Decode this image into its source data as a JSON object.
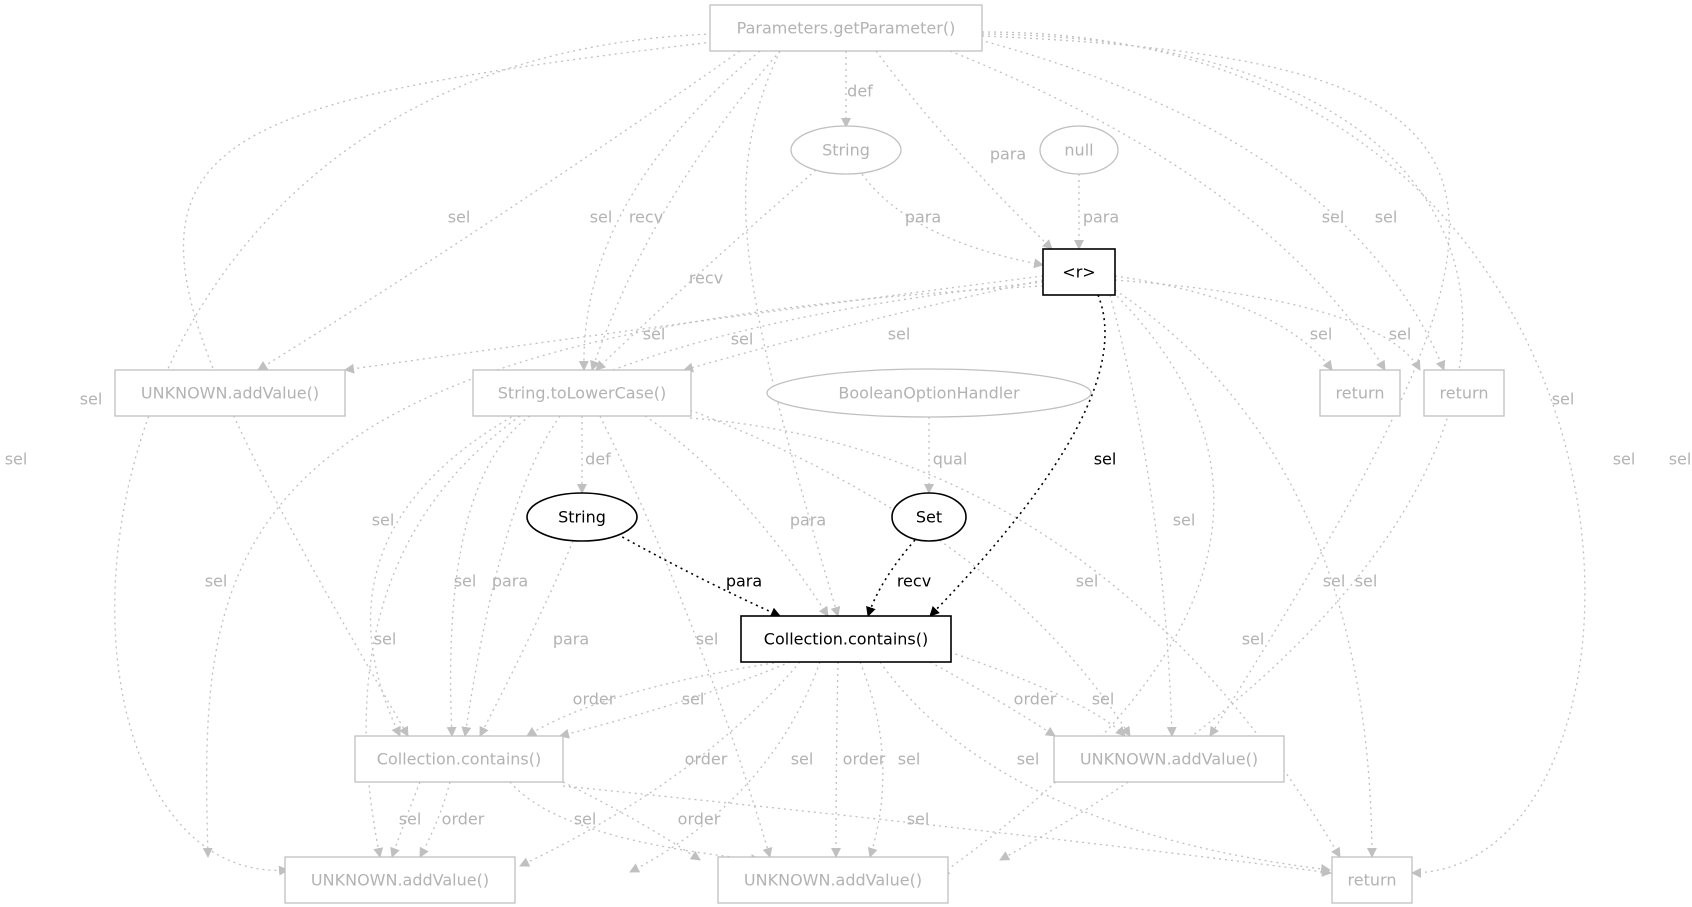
{
  "colors": {
    "active": "#000000",
    "faded": "#c0c0c0",
    "faded_text": "#b3b3b3"
  },
  "nodes": [
    {
      "id": "getParameter",
      "label": "Parameters.getParameter()",
      "shape": "box",
      "style": "faded"
    },
    {
      "id": "string1",
      "label": "String",
      "shape": "ellipse",
      "style": "faded"
    },
    {
      "id": "null",
      "label": "null",
      "shape": "ellipse",
      "style": "faded"
    },
    {
      "id": "r",
      "label": "<r>",
      "shape": "box",
      "style": "active"
    },
    {
      "id": "addValue1",
      "label": "UNKNOWN.addValue()",
      "shape": "box",
      "style": "faded"
    },
    {
      "id": "toLowerCase",
      "label": "String.toLowerCase()",
      "shape": "box",
      "style": "faded"
    },
    {
      "id": "boolHandler",
      "label": "BooleanOptionHandler",
      "shape": "ellipse",
      "style": "faded"
    },
    {
      "id": "return1",
      "label": "return",
      "shape": "box",
      "style": "faded"
    },
    {
      "id": "return2",
      "label": "return",
      "shape": "box",
      "style": "faded"
    },
    {
      "id": "string2",
      "label": "String",
      "shape": "ellipse",
      "style": "active"
    },
    {
      "id": "set",
      "label": "Set",
      "shape": "ellipse",
      "style": "active"
    },
    {
      "id": "contains1",
      "label": "Collection.contains()",
      "shape": "box",
      "style": "active"
    },
    {
      "id": "contains2",
      "label": "Collection.contains()",
      "shape": "box",
      "style": "faded"
    },
    {
      "id": "addValue2",
      "label": "UNKNOWN.addValue()",
      "shape": "box",
      "style": "faded"
    },
    {
      "id": "addValue3",
      "label": "UNKNOWN.addValue()",
      "shape": "box",
      "style": "faded"
    },
    {
      "id": "addValue4",
      "label": "UNKNOWN.addValue()",
      "shape": "box",
      "style": "faded"
    },
    {
      "id": "return3",
      "label": "return",
      "shape": "box",
      "style": "faded"
    }
  ],
  "edges": [
    {
      "id": "e1",
      "from": "getParameter",
      "to": "string1",
      "label": "def",
      "style": "faded"
    },
    {
      "id": "e2",
      "from": "getParameter",
      "to": "r",
      "label": "para",
      "style": "faded"
    },
    {
      "id": "e3",
      "from": "null",
      "to": "r",
      "label": "para",
      "style": "faded"
    },
    {
      "id": "e4",
      "from": "string1",
      "to": "r",
      "label": "para",
      "style": "faded"
    },
    {
      "id": "e5",
      "from": "getParameter",
      "to": "addValue1",
      "label": "sel",
      "style": "faded"
    },
    {
      "id": "e6",
      "from": "getParameter",
      "to": "toLowerCase",
      "label": "sel",
      "style": "faded"
    },
    {
      "id": "e7",
      "from": "getParameter",
      "to": "toLowerCase",
      "label": "recv",
      "style": "faded"
    },
    {
      "id": "e8",
      "from": "string1",
      "to": "toLowerCase",
      "label": "recv",
      "style": "faded"
    },
    {
      "id": "e9",
      "from": "getParameter",
      "to": "return1",
      "label": "sel",
      "style": "faded"
    },
    {
      "id": "e10",
      "from": "getParameter",
      "to": "return2",
      "label": "sel",
      "style": "faded"
    },
    {
      "id": "e11",
      "from": "getParameter",
      "to": "contains2",
      "label": "sel",
      "style": "faded"
    },
    {
      "id": "e12",
      "from": "getParameter",
      "to": "addValue3",
      "label": "sel",
      "style": "faded"
    },
    {
      "id": "e13",
      "from": "getParameter",
      "to": "contains1",
      "label": "sel",
      "style": "faded"
    },
    {
      "id": "e14",
      "from": "getParameter",
      "to": "addValue2",
      "label": "sel",
      "style": "faded"
    },
    {
      "id": "e15",
      "from": "getParameter",
      "to": "addValue4",
      "label": "sel",
      "style": "faded"
    },
    {
      "id": "e16",
      "from": "getParameter",
      "to": "return3",
      "label": "sel",
      "style": "faded"
    },
    {
      "id": "e17",
      "from": "r",
      "to": "addValue1",
      "label": "sel",
      "style": "faded"
    },
    {
      "id": "e18",
      "from": "r",
      "to": "toLowerCase",
      "label": "sel",
      "style": "faded"
    },
    {
      "id": "e19",
      "from": "r",
      "to": "return1",
      "label": "sel",
      "style": "faded"
    },
    {
      "id": "e20",
      "from": "r",
      "to": "return2",
      "label": "sel",
      "style": "faded"
    },
    {
      "id": "e21",
      "from": "r",
      "to": "contains1",
      "label": "sel",
      "style": "active"
    },
    {
      "id": "e22",
      "from": "r",
      "to": "addValue2",
      "label": "sel",
      "style": "faded"
    },
    {
      "id": "e23",
      "from": "r",
      "to": "return3",
      "label": "sel",
      "style": "faded"
    },
    {
      "id": "e24",
      "from": "r",
      "to": "addValue4",
      "label": "sel",
      "style": "faded"
    },
    {
      "id": "e25",
      "from": "r",
      "to": "addValue3",
      "label": "sel",
      "style": "faded"
    },
    {
      "id": "e26",
      "from": "r",
      "to": "contains2",
      "label": "sel",
      "style": "faded"
    },
    {
      "id": "e27",
      "from": "toLowerCase",
      "to": "string2",
      "label": "def",
      "style": "faded"
    },
    {
      "id": "e28",
      "from": "toLowerCase",
      "to": "contains1",
      "label": "para",
      "style": "faded"
    },
    {
      "id": "e29",
      "from": "toLowerCase",
      "to": "contains2",
      "label": "sel",
      "style": "faded"
    },
    {
      "id": "e30",
      "from": "toLowerCase",
      "to": "contains2",
      "label": "para",
      "style": "faded"
    },
    {
      "id": "e31",
      "from": "toLowerCase",
      "to": "addValue3",
      "label": "sel",
      "style": "faded"
    },
    {
      "id": "e32",
      "from": "toLowerCase",
      "to": "addValue4",
      "label": "sel",
      "style": "faded"
    },
    {
      "id": "e33",
      "from": "toLowerCase",
      "to": "addValue2",
      "label": "sel",
      "style": "faded"
    },
    {
      "id": "e34",
      "from": "toLowerCase",
      "to": "return3",
      "label": "sel",
      "style": "faded"
    },
    {
      "id": "e35",
      "from": "boolHandler",
      "to": "set",
      "label": "qual",
      "style": "faded"
    },
    {
      "id": "e36",
      "from": "string2",
      "to": "contains1",
      "label": "para",
      "style": "active"
    },
    {
      "id": "e37",
      "from": "set",
      "to": "contains1",
      "label": "recv",
      "style": "active"
    },
    {
      "id": "e38",
      "from": "string2",
      "to": "contains2",
      "label": "para",
      "style": "faded"
    },
    {
      "id": "e39",
      "from": "contains1",
      "to": "contains2",
      "label": "order",
      "style": "faded"
    },
    {
      "id": "e40",
      "from": "contains1",
      "to": "contains2",
      "label": "sel",
      "style": "faded"
    },
    {
      "id": "e41",
      "from": "contains1",
      "to": "addValue2",
      "label": "order",
      "style": "faded"
    },
    {
      "id": "e42",
      "from": "contains1",
      "to": "addValue2",
      "label": "sel",
      "style": "faded"
    },
    {
      "id": "e43",
      "from": "contains1",
      "to": "addValue3",
      "label": "order",
      "style": "faded"
    },
    {
      "id": "e44",
      "from": "contains1",
      "to": "addValue3",
      "label": "sel",
      "style": "faded"
    },
    {
      "id": "e45",
      "from": "contains1",
      "to": "addValue4",
      "label": "order",
      "style": "faded"
    },
    {
      "id": "e46",
      "from": "contains1",
      "to": "addValue4",
      "label": "sel",
      "style": "faded"
    },
    {
      "id": "e47",
      "from": "contains1",
      "to": "return3",
      "label": "sel",
      "style": "faded"
    },
    {
      "id": "e48",
      "from": "contains2",
      "to": "addValue3",
      "label": "sel",
      "style": "faded"
    },
    {
      "id": "e49",
      "from": "contains2",
      "to": "addValue3",
      "label": "order",
      "style": "faded"
    },
    {
      "id": "e50",
      "from": "contains2",
      "to": "addValue4",
      "label": "sel",
      "style": "faded"
    },
    {
      "id": "e51",
      "from": "contains2",
      "to": "addValue4",
      "label": "order",
      "style": "faded"
    },
    {
      "id": "e52",
      "from": "contains2",
      "to": "return3",
      "label": "sel",
      "style": "faded"
    }
  ]
}
